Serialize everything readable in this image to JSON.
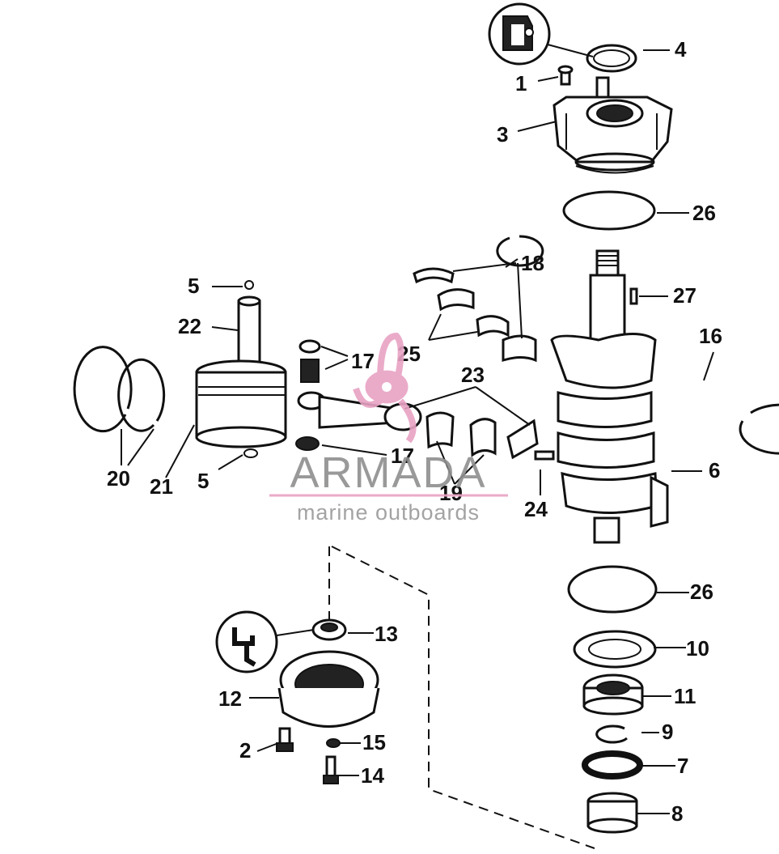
{
  "callouts": {
    "c1": "1",
    "c2": "2",
    "c3": "3",
    "c4": "4",
    "c5a": "5",
    "c5b": "5",
    "c6": "6",
    "c7": "7",
    "c8": "8",
    "c9": "9",
    "c10": "10",
    "c11": "11",
    "c12": "12",
    "c13": "13",
    "c14": "14",
    "c15": "15",
    "c16": "16",
    "c17a": "17",
    "c17b": "17",
    "c18": "18",
    "c19": "19",
    "c20": "20",
    "c21": "21",
    "c22": "22",
    "c23": "23",
    "c24": "24",
    "c25": "25",
    "c26a": "26",
    "c26b": "26",
    "c27": "27"
  },
  "watermark": {
    "name": "ARMADA",
    "tagline": "marine outboards",
    "logo_color": "#e8a3c4",
    "text_color": "#8f8f8f"
  }
}
